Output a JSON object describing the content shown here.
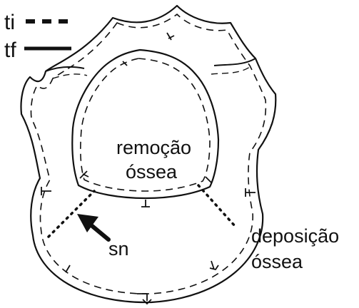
{
  "legend": {
    "initial_label": "ti",
    "final_label": "tf"
  },
  "labels": {
    "removal_line1": "remoção",
    "removal_line2": "óssea",
    "deposition_line1": "deposição",
    "deposition_line2": "óssea",
    "arrow_label": "sn"
  },
  "colors": {
    "stroke": "#111111",
    "background": "#ffffff"
  }
}
